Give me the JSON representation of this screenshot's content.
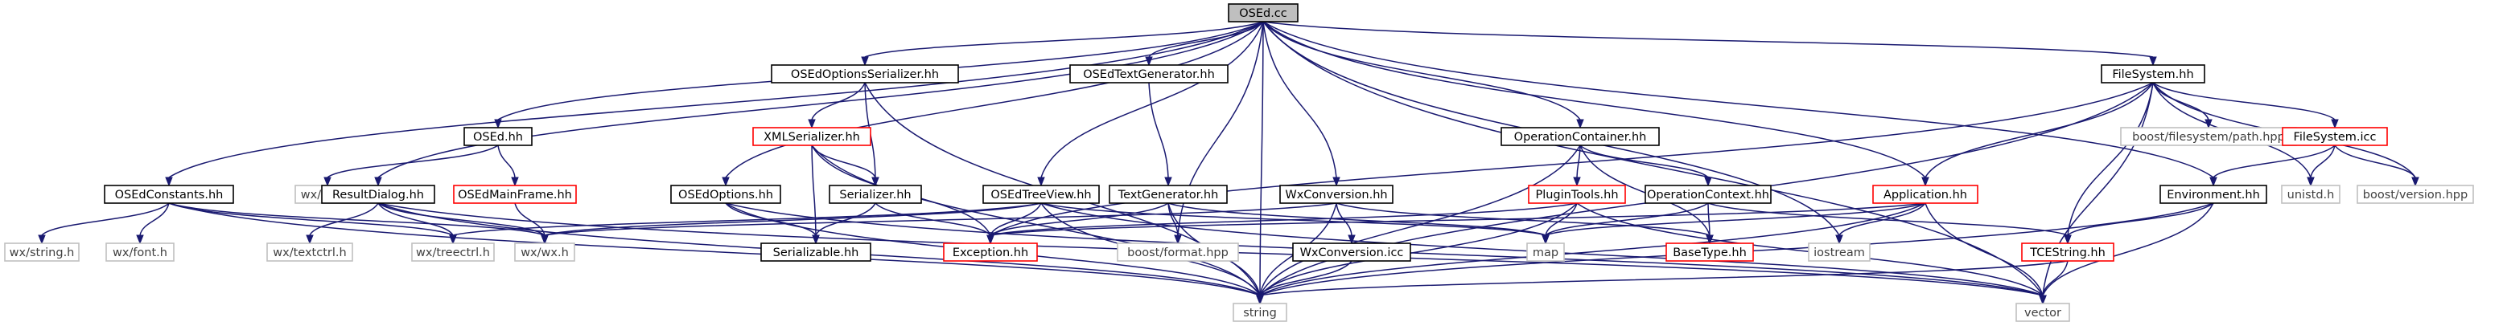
{
  "graph": {
    "root": "OSEd.cc",
    "nodes": [
      {
        "id": "osed_cc",
        "label": "OSEd.cc",
        "style": "root"
      },
      {
        "id": "osedconstants",
        "label": "OSEdConstants.hh",
        "style": "std"
      },
      {
        "id": "osed_hh",
        "label": "OSEd.hh",
        "style": "std"
      },
      {
        "id": "optserializer",
        "label": "OSEdOptionsSerializer.hh",
        "style": "std"
      },
      {
        "id": "textgen_hh",
        "label": "OSEdTextGenerator.hh",
        "style": "std"
      },
      {
        "id": "filesystem_hh",
        "label": "FileSystem.hh",
        "style": "std"
      },
      {
        "id": "wxapp",
        "label": "wx/app.h",
        "style": "gray"
      },
      {
        "id": "osedmainframe",
        "label": "OSEdMainFrame.hh",
        "style": "red"
      },
      {
        "id": "xmlserializer",
        "label": "XMLSerializer.hh",
        "style": "red"
      },
      {
        "id": "opcontainer",
        "label": "OperationContainer.hh",
        "style": "std"
      },
      {
        "id": "boostpath",
        "label": "boost/filesystem/path.hpp",
        "style": "gray"
      },
      {
        "id": "filesystem_icc",
        "label": "FileSystem.icc",
        "style": "red"
      },
      {
        "id": "wxstring",
        "label": "wx/string.h",
        "style": "gray"
      },
      {
        "id": "wxfont",
        "label": "wx/font.h",
        "style": "gray"
      },
      {
        "id": "resultdialog",
        "label": "ResultDialog.hh",
        "style": "std"
      },
      {
        "id": "wxtextctrl",
        "label": "wx/textctrl.h",
        "style": "gray"
      },
      {
        "id": "wxtreectrl",
        "label": "wx/treectrl.h",
        "style": "gray"
      },
      {
        "id": "wxwx",
        "label": "wx/wx.h",
        "style": "gray"
      },
      {
        "id": "osedoptions",
        "label": "OSEdOptions.hh",
        "style": "std"
      },
      {
        "id": "serializer",
        "label": "Serializer.hh",
        "style": "std"
      },
      {
        "id": "serializable",
        "label": "Serializable.hh",
        "style": "std"
      },
      {
        "id": "osedtreeview",
        "label": "OSEdTreeView.hh",
        "style": "std"
      },
      {
        "id": "textgenerator",
        "label": "TextGenerator.hh",
        "style": "std"
      },
      {
        "id": "exception",
        "label": "Exception.hh",
        "style": "red"
      },
      {
        "id": "boostformat",
        "label": "boost/format.hpp",
        "style": "gray"
      },
      {
        "id": "wxconversion_hh",
        "label": "WxConversion.hh",
        "style": "std"
      },
      {
        "id": "wxconversion_icc",
        "label": "WxConversion.icc",
        "style": "std"
      },
      {
        "id": "plugintools",
        "label": "PluginTools.hh",
        "style": "red"
      },
      {
        "id": "opcontext",
        "label": "OperationContext.hh",
        "style": "std"
      },
      {
        "id": "map",
        "label": "map",
        "style": "gray"
      },
      {
        "id": "basetype",
        "label": "BaseType.hh",
        "style": "red"
      },
      {
        "id": "application",
        "label": "Application.hh",
        "style": "red"
      },
      {
        "id": "iostream",
        "label": "iostream",
        "style": "gray"
      },
      {
        "id": "environment",
        "label": "Environment.hh",
        "style": "std"
      },
      {
        "id": "tcestring",
        "label": "TCEString.hh",
        "style": "red"
      },
      {
        "id": "unistd",
        "label": "unistd.h",
        "style": "gray"
      },
      {
        "id": "boostversion",
        "label": "boost/version.hpp",
        "style": "gray"
      },
      {
        "id": "string",
        "label": "string",
        "style": "gray"
      },
      {
        "id": "vector",
        "label": "vector",
        "style": "gray"
      }
    ],
    "edges": [
      [
        "osed_cc",
        "osedconstants"
      ],
      [
        "osed_cc",
        "osed_hh"
      ],
      [
        "osed_cc",
        "optserializer"
      ],
      [
        "osed_cc",
        "textgen_hh"
      ],
      [
        "osed_cc",
        "filesystem_hh"
      ],
      [
        "osed_cc",
        "resultdialog"
      ],
      [
        "osed_cc",
        "osedoptions"
      ],
      [
        "osed_cc",
        "osedtreeview"
      ],
      [
        "osed_cc",
        "wxconversion_hh"
      ],
      [
        "osed_cc",
        "opcontainer"
      ],
      [
        "osed_cc",
        "application"
      ],
      [
        "osed_cc",
        "boostformat"
      ],
      [
        "osed_cc",
        "string"
      ],
      [
        "osed_cc",
        "iostream"
      ],
      [
        "osed_cc",
        "environment"
      ],
      [
        "osed_cc",
        "vector"
      ],
      [
        "osedconstants",
        "wxstring"
      ],
      [
        "osedconstants",
        "wxfont"
      ],
      [
        "osedconstants",
        "wxtreectrl"
      ],
      [
        "osedconstants",
        "wxwx"
      ],
      [
        "osedconstants",
        "string"
      ],
      [
        "osed_hh",
        "wxapp"
      ],
      [
        "osed_hh",
        "osedmainframe"
      ],
      [
        "osedmainframe",
        "wxwx"
      ],
      [
        "optserializer",
        "xmlserializer"
      ],
      [
        "optserializer",
        "serializer"
      ],
      [
        "optserializer",
        "string"
      ],
      [
        "xmlserializer",
        "serializer"
      ],
      [
        "xmlserializer",
        "serializable"
      ],
      [
        "xmlserializer",
        "exception"
      ],
      [
        "xmlserializer",
        "string"
      ],
      [
        "serializer",
        "serializable"
      ],
      [
        "serializer",
        "exception"
      ],
      [
        "textgen_hh",
        "textgenerator"
      ],
      [
        "textgenerator",
        "boostformat"
      ],
      [
        "textgenerator",
        "exception"
      ],
      [
        "textgenerator",
        "map"
      ],
      [
        "textgenerator",
        "string"
      ],
      [
        "resultdialog",
        "wxwx"
      ],
      [
        "resultdialog",
        "wxtextctrl"
      ],
      [
        "resultdialog",
        "wxtreectrl"
      ],
      [
        "resultdialog",
        "string"
      ],
      [
        "resultdialog",
        "vector"
      ],
      [
        "osedoptions",
        "serializable"
      ],
      [
        "osedoptions",
        "string"
      ],
      [
        "osedoptions",
        "vector"
      ],
      [
        "osedtreeview",
        "wxwx"
      ],
      [
        "osedtreeview",
        "wxtreectrl"
      ],
      [
        "osedtreeview",
        "exception"
      ],
      [
        "osedtreeview",
        "map"
      ],
      [
        "osedtreeview",
        "string"
      ],
      [
        "osedtreeview",
        "vector"
      ],
      [
        "wxconversion_hh",
        "wxwx"
      ],
      [
        "wxconversion_hh",
        "wxconversion_icc"
      ],
      [
        "wxconversion_hh",
        "string"
      ],
      [
        "wxconversion_hh",
        "basetype"
      ],
      [
        "wxconversion_icc",
        "string"
      ],
      [
        "opcontainer",
        "plugintools"
      ],
      [
        "opcontainer",
        "opcontext"
      ],
      [
        "opcontainer",
        "string"
      ],
      [
        "opcontainer",
        "basetype"
      ],
      [
        "plugintools",
        "exception"
      ],
      [
        "plugintools",
        "map"
      ],
      [
        "plugintools",
        "string"
      ],
      [
        "plugintools",
        "vector"
      ],
      [
        "opcontext",
        "basetype"
      ],
      [
        "opcontext",
        "map"
      ],
      [
        "opcontext",
        "tcestring"
      ],
      [
        "filesystem_hh",
        "boostpath"
      ],
      [
        "filesystem_hh",
        "filesystem_icc"
      ],
      [
        "filesystem_hh",
        "unistd"
      ],
      [
        "filesystem_hh",
        "boostversion"
      ],
      [
        "filesystem_hh",
        "exception"
      ],
      [
        "filesystem_hh",
        "application"
      ],
      [
        "filesystem_hh",
        "tcestring"
      ],
      [
        "filesystem_hh",
        "string"
      ],
      [
        "filesystem_hh",
        "vector"
      ],
      [
        "filesystem_icc",
        "environment"
      ],
      [
        "filesystem_icc",
        "unistd"
      ],
      [
        "filesystem_icc",
        "boostversion"
      ],
      [
        "application",
        "exception"
      ],
      [
        "application",
        "map"
      ],
      [
        "application",
        "iostream"
      ],
      [
        "application",
        "string"
      ],
      [
        "application",
        "vector"
      ],
      [
        "environment",
        "tcestring"
      ],
      [
        "environment",
        "string"
      ],
      [
        "environment",
        "vector"
      ],
      [
        "tcestring",
        "string"
      ],
      [
        "tcestring",
        "vector"
      ]
    ]
  }
}
